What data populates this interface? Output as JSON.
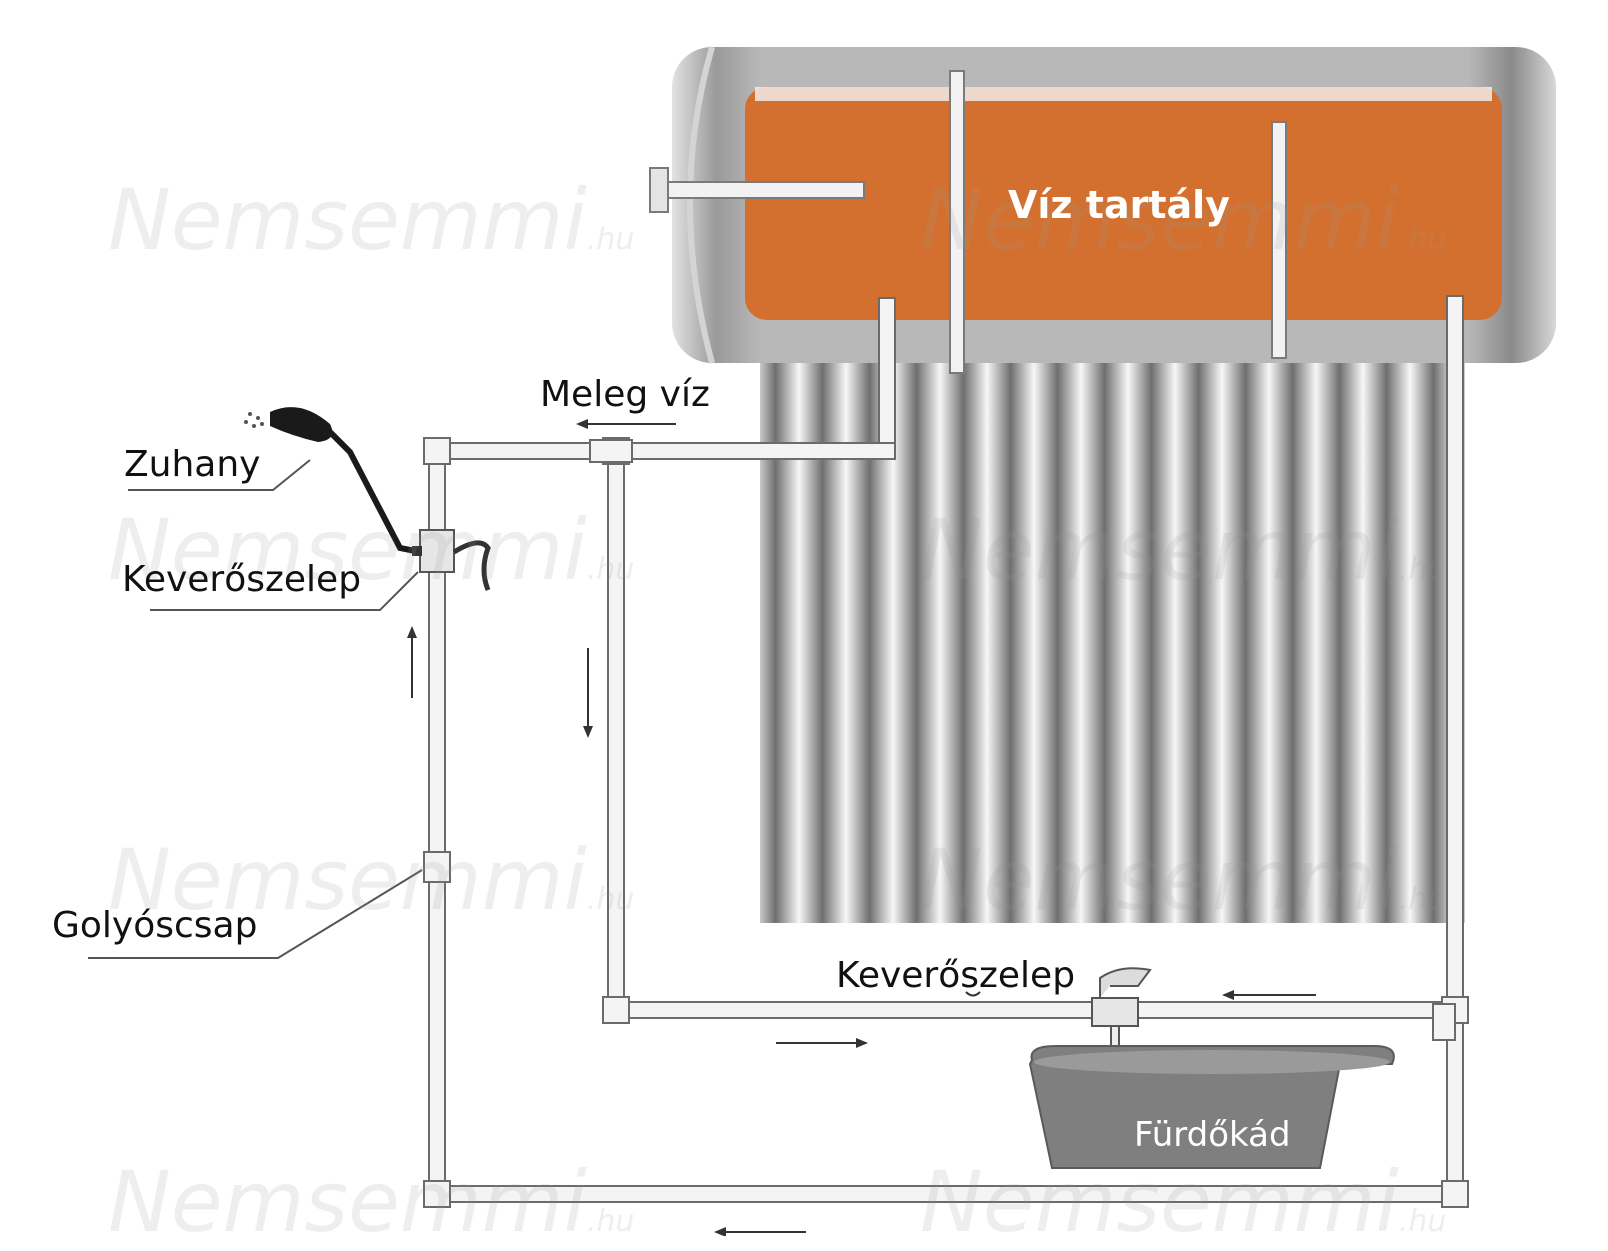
{
  "diagram": {
    "tank": {
      "label": "Víz tartály"
    },
    "labels": {
      "hot_water": "Meleg víz",
      "shower": "Zuhany",
      "mixer_valve_left": "Keverőszelep",
      "ball_valve": "Golyóscsap",
      "mixer_valve_bottom": "Keverőszelep",
      "bathtub": "Fürdőkád"
    },
    "watermark": {
      "brand": "Nemsemmi",
      "domain": ".hu"
    }
  },
  "colors": {
    "tank_orange": "#d4702f",
    "tank_shell": "#b5b5b5",
    "tube_dark": "#7a7a7a",
    "pipe_outline": "#6b6b6b",
    "tub_gray": "#7f7f7f",
    "label_text": "#111111",
    "white_text": "#ffffff"
  }
}
